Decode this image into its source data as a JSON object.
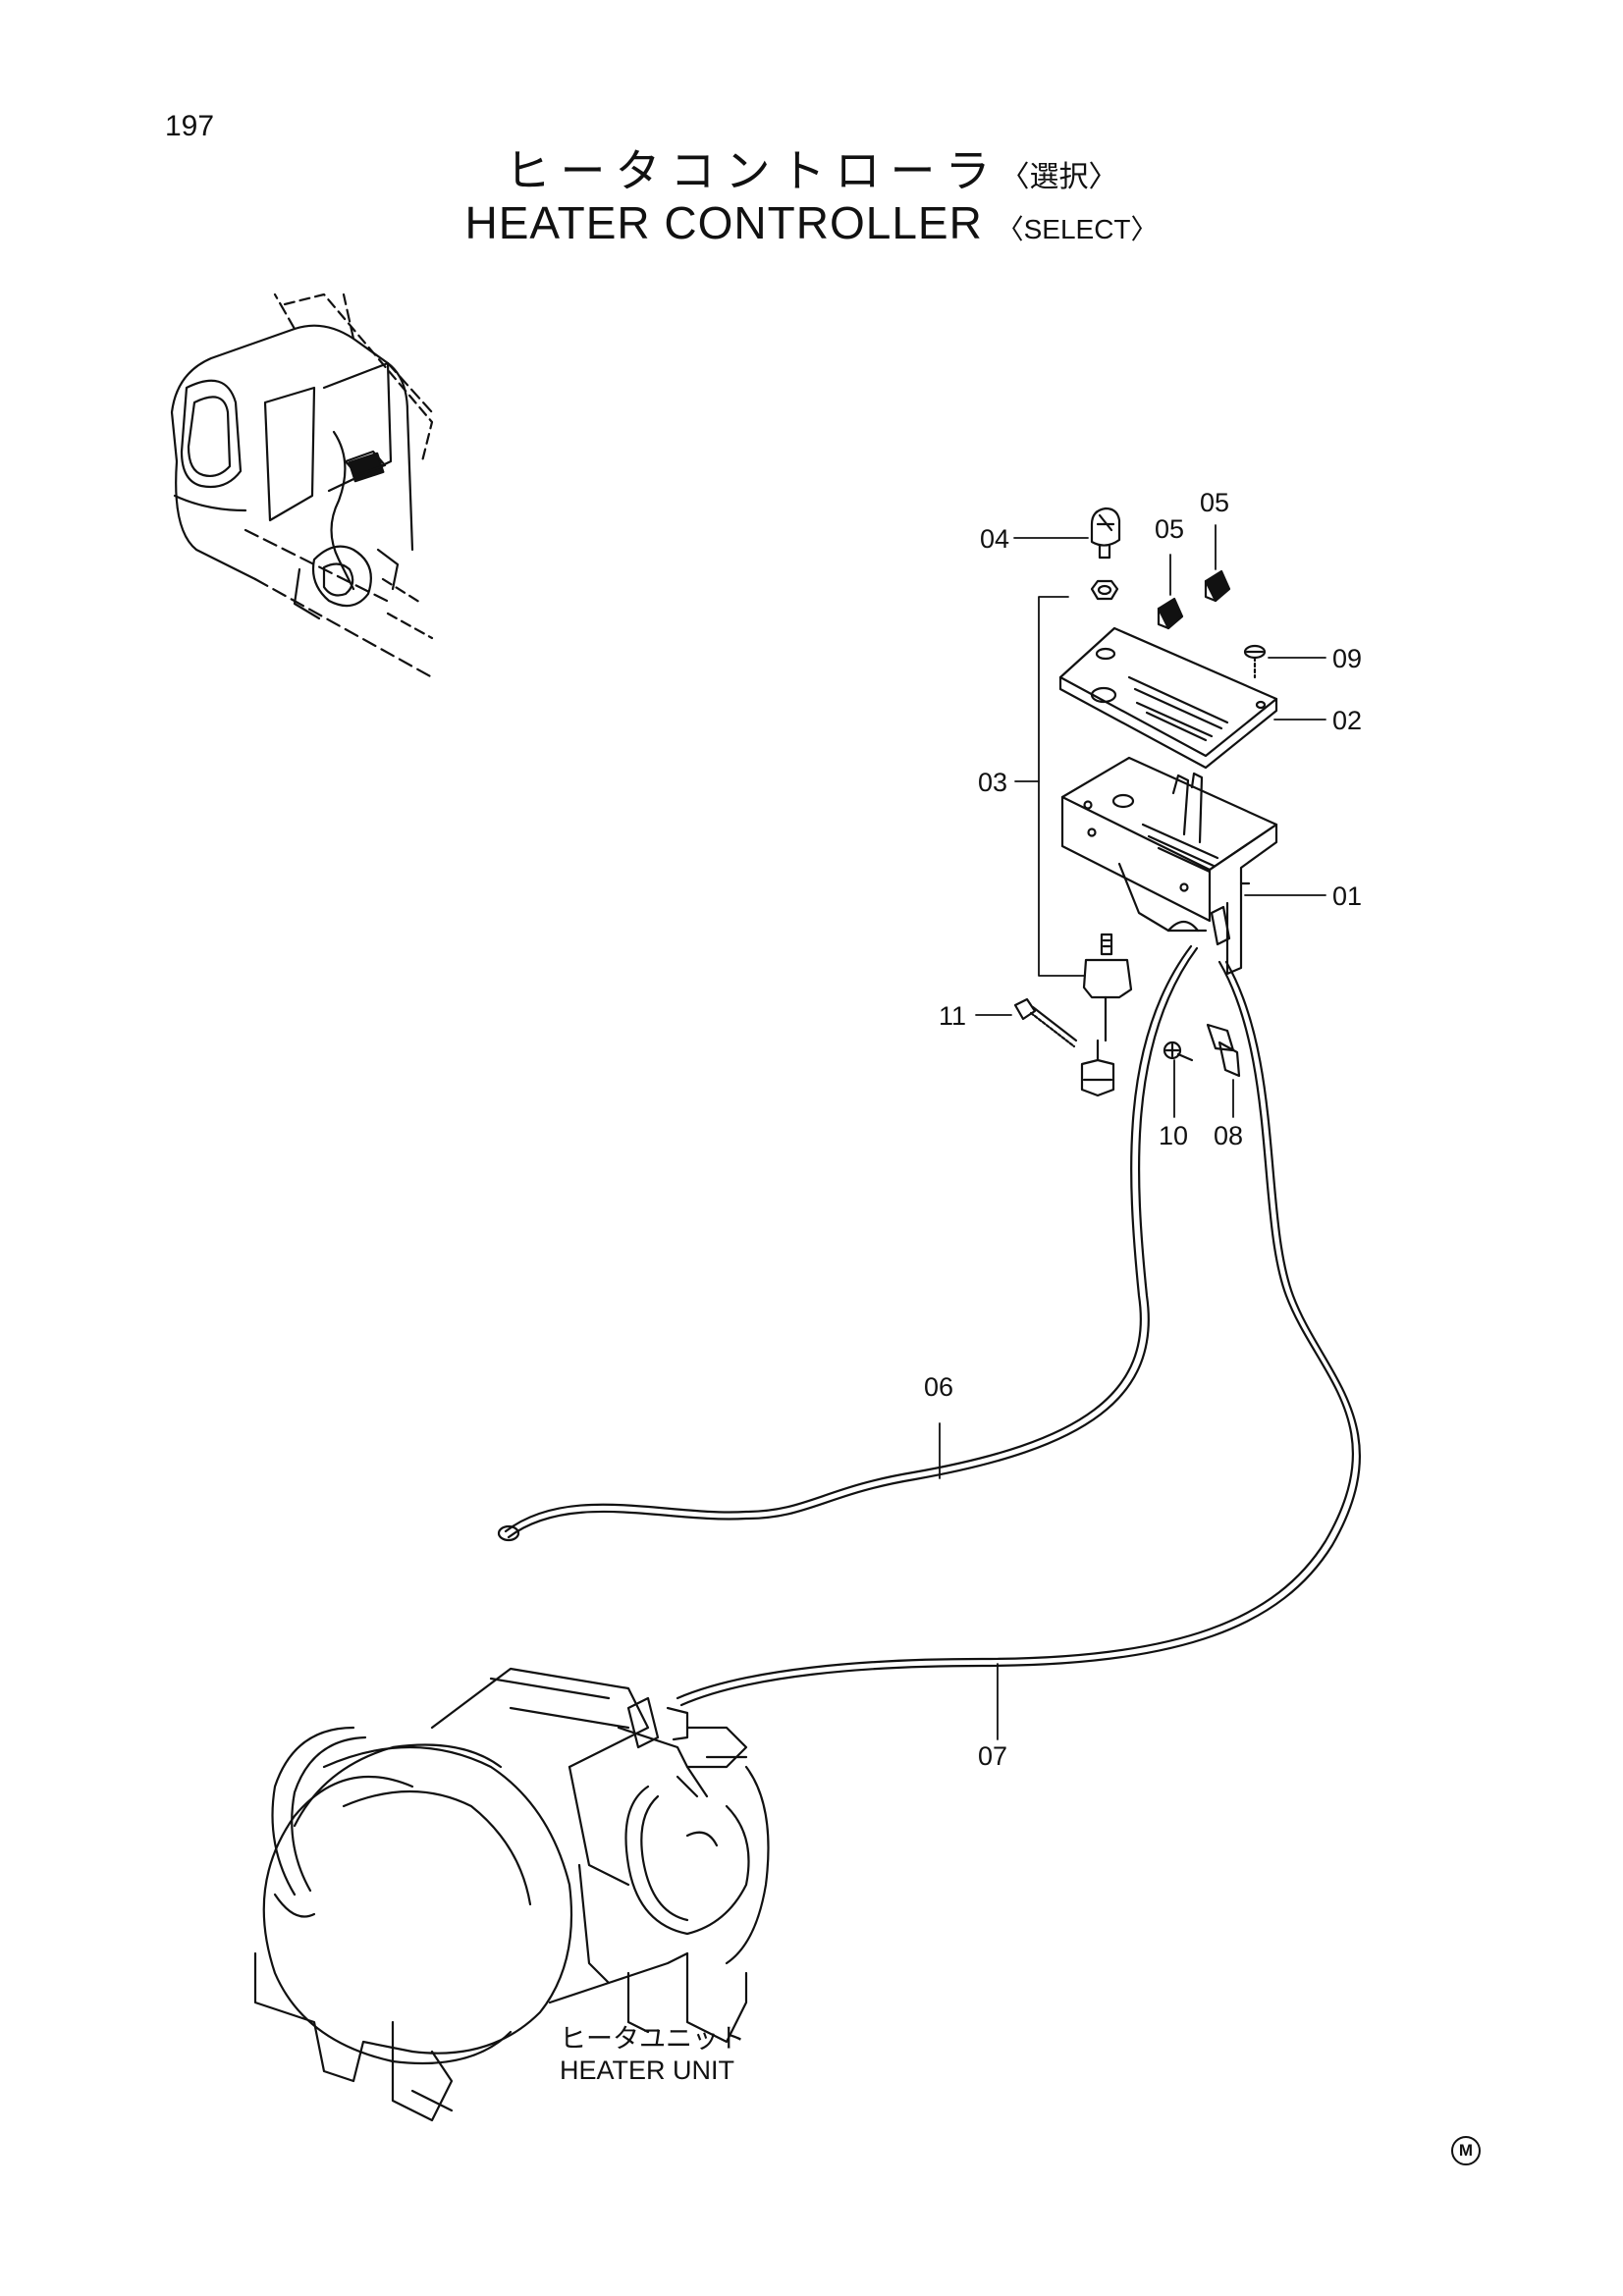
{
  "page": {
    "number": "197",
    "mark": "M"
  },
  "title": {
    "jp_main": "ヒータコントローラ",
    "jp_sub": "〈選択〉",
    "en_main": "HEATER CONTROLLER",
    "en_sub": "〈SELECT〉"
  },
  "callouts": [
    {
      "id": "01",
      "part": "controller-bracket"
    },
    {
      "id": "02",
      "part": "cover-plate"
    },
    {
      "id": "03",
      "part": "switch-assembly"
    },
    {
      "id": "04",
      "part": "knob"
    },
    {
      "id": "05",
      "part": "lever-knob-left"
    },
    {
      "id": "05",
      "part": "lever-knob-right"
    },
    {
      "id": "06",
      "part": "cable-short"
    },
    {
      "id": "07",
      "part": "cable-long"
    },
    {
      "id": "08",
      "part": "clamp"
    },
    {
      "id": "09",
      "part": "screw-top"
    },
    {
      "id": "10",
      "part": "screw"
    },
    {
      "id": "11",
      "part": "cable-tie"
    }
  ],
  "heater_unit": {
    "label_jp": "ヒータユニット",
    "label_en": "HEATER UNIT"
  }
}
